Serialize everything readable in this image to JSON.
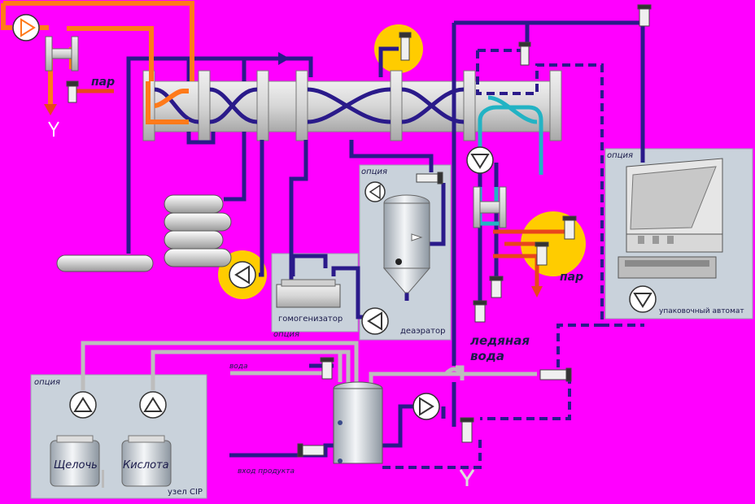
{
  "colors": {
    "background": "#ff00ff",
    "pipe_dark": "#2a1a8a",
    "pipe_orange": "#ff7a1a",
    "pipe_red": "#e8461c",
    "pipe_teal": "#22b3c4",
    "pipe_gray": "#bdbdbd",
    "highlight": "#ffcc00",
    "panel": "#c9d2db"
  },
  "labels": {
    "steam_top": "пар",
    "steam_right": "пар",
    "option_deaerator": "опция",
    "option_homogenizer": "опция",
    "option_packer": "опция",
    "option_cip": "опция",
    "homogenizer": "гомогенизатор",
    "deaerator": "деаэратор",
    "packer": "упаковочный автомат",
    "ice_water_1": "ледяная",
    "ice_water_2": "вода",
    "water": "вода",
    "alkali": "Щелочь",
    "acid": "Кислота",
    "cip_unit": "узел CIP",
    "sample_outlet": "вход продукта"
  }
}
